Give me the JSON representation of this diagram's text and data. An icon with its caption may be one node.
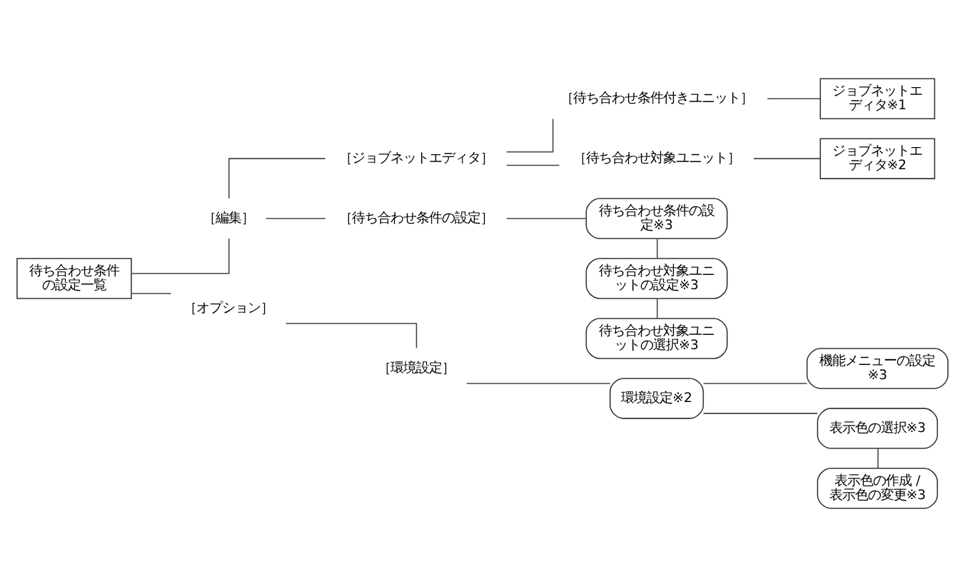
{
  "diagram": {
    "nodes": [
      {
        "text": [
          "待ち合わせ条件の設定一覧"
        ]
      },
      {
        "text": [
          "［編集］"
        ]
      },
      {
        "text": [
          "［ジョブネットエディタ］"
        ]
      },
      {
        "text": [
          "［待ち合わせ条件付きユニット］"
        ]
      },
      {
        "text": [
          "ジョブネットエディタ※1"
        ]
      },
      {
        "text": [
          "［待ち合わせ対象ユニット］"
        ]
      },
      {
        "text": [
          "ジョブネットエディタ※2"
        ]
      },
      {
        "text": [
          "［待ち合わせ条件の設定］"
        ]
      },
      {
        "text": [
          "待ち合わせ条件の設定※3"
        ]
      },
      {
        "text": [
          "待ち合わせ対象ユニットの設定※3"
        ]
      },
      {
        "text": [
          "待ち合わせ対象ユニットの選択※3"
        ]
      },
      {
        "text": [
          "［オプション］"
        ]
      },
      {
        "text": [
          "［環境設定］"
        ]
      },
      {
        "text": [
          "環境設定※2"
        ]
      },
      {
        "text": [
          "機能メニューの設定※3"
        ]
      },
      {
        "text": [
          "表示色の選択※3"
        ]
      },
      {
        "text": [
          "表示色の作成 / 表示色の変更※3"
        ]
      }
    ],
    "edges": [
      {
        "from": 0,
        "to": 1,
        "arrow": "none"
      },
      {
        "from": 1,
        "to": 2,
        "arrow": "none"
      },
      {
        "from": 2,
        "to": 3,
        "arrow": "none"
      },
      {
        "from": 3,
        "to": 4,
        "arrow": "none"
      },
      {
        "from": 2,
        "to": 5,
        "arrow": "none"
      },
      {
        "from": 5,
        "to": 6,
        "arrow": "none"
      },
      {
        "from": 1,
        "to": 7,
        "arrow": "none"
      },
      {
        "from": 7,
        "to": 8,
        "arrow": "none"
      },
      {
        "from": 8,
        "to": 9,
        "arrow": "none"
      },
      {
        "from": 9,
        "to": 10,
        "arrow": "none"
      },
      {
        "from": 0,
        "to": 11,
        "arrow": "none"
      },
      {
        "from": 11,
        "to": 12,
        "arrow": "none"
      },
      {
        "from": 12,
        "to": 13,
        "arrow": "none"
      },
      {
        "from": 13,
        "to": 14,
        "arrow": "none"
      },
      {
        "from": 13,
        "to": 15,
        "arrow": "none"
      },
      {
        "from": 15,
        "to": 16,
        "arrow": "none"
      }
    ]
  }
}
